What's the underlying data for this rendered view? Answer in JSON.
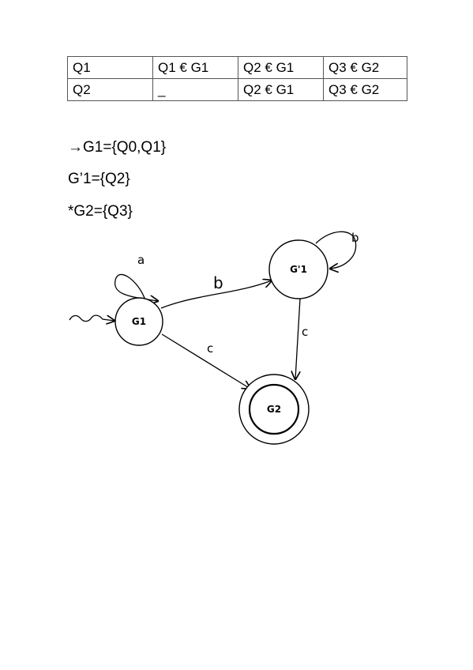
{
  "table": {
    "rows": [
      [
        "Q1",
        "Q1 € G1",
        "Q2 € G1",
        "Q3 € G2"
      ],
      [
        "Q2",
        "_",
        "Q2 € G1",
        "Q3 € G2"
      ]
    ]
  },
  "groups": {
    "line1": "→G1={Q0,Q1}",
    "line2": "G’1={Q2}",
    "line3": "*G2={Q3}"
  },
  "automaton": {
    "nodes": {
      "g1": "G1",
      "g1p": "G'1",
      "g2": "G2"
    },
    "edges": {
      "self_g1": "a",
      "g1_to_g1p": "b",
      "self_g1p": "b",
      "g1_to_g2": "c",
      "g1p_to_g2": "c"
    }
  }
}
